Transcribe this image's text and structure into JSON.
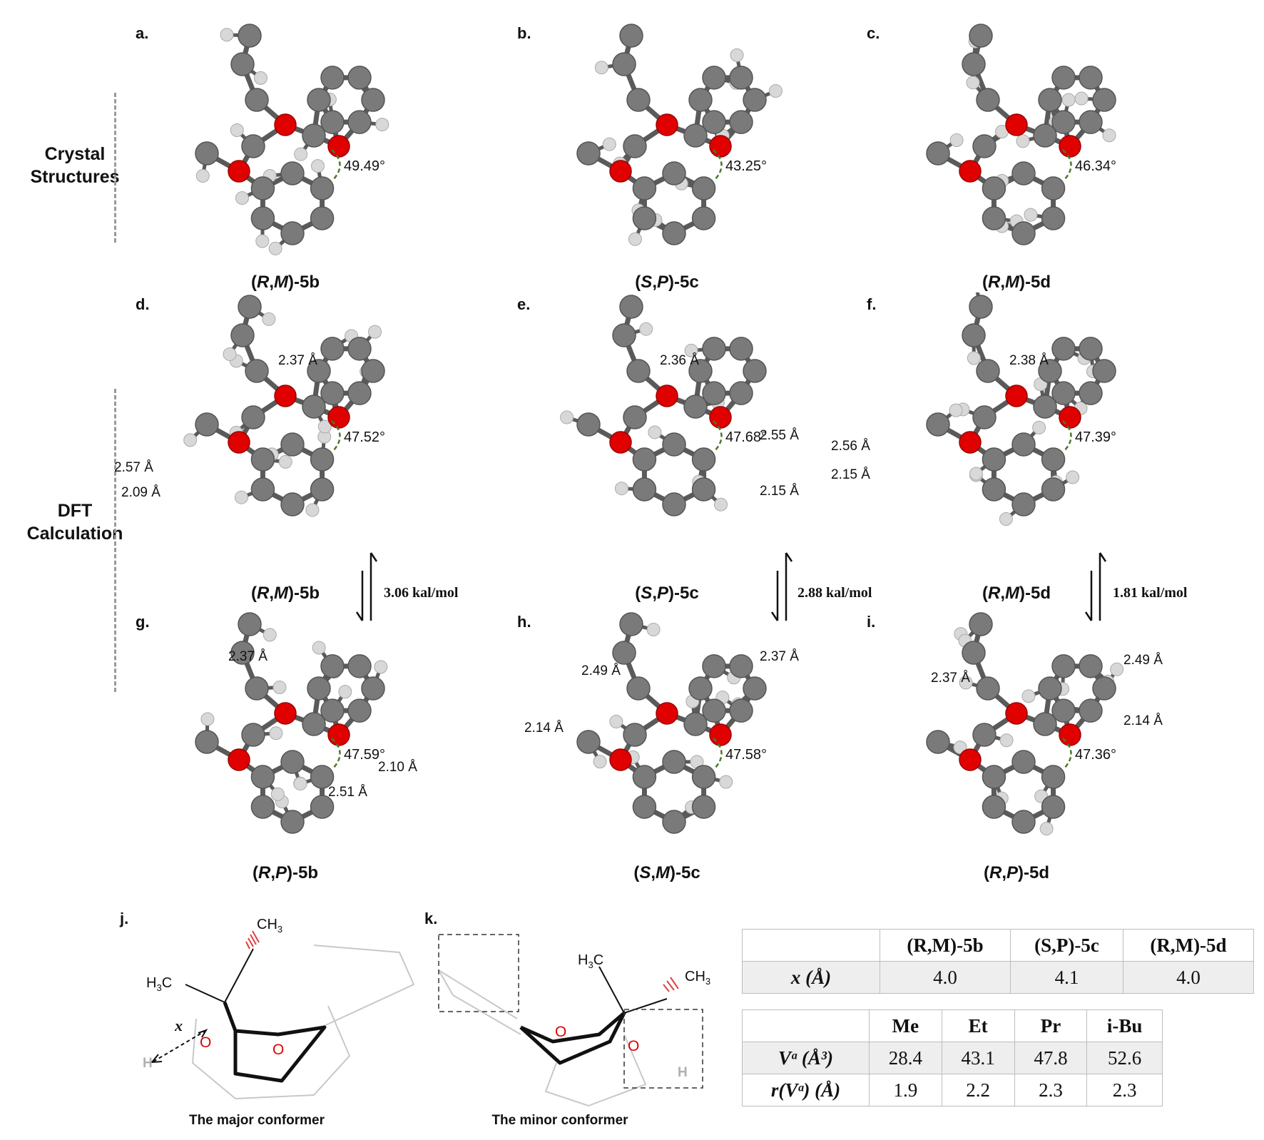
{
  "row_labels": {
    "crystal": "Crystal Structures",
    "dft": "DFT Calculation"
  },
  "panels": [
    {
      "letter": "a.",
      "caption_pre": "(",
      "caption_s1": "R",
      "caption_mid": ",",
      "caption_s2": "M",
      "caption_post": ")-5b",
      "angle": "49.49°"
    },
    {
      "letter": "b.",
      "caption_pre": "(",
      "caption_s1": "S",
      "caption_mid": ",",
      "caption_s2": "P",
      "caption_post": ")-5c",
      "angle": "43.25°"
    },
    {
      "letter": "c.",
      "caption_pre": "(",
      "caption_s1": "R",
      "caption_mid": ",",
      "caption_s2": "M",
      "caption_post": ")-5d",
      "angle": "46.34°"
    },
    {
      "letter": "d.",
      "caption_pre": "(",
      "caption_s1": "R",
      "caption_mid": ",",
      "caption_s2": "M",
      "caption_post": ")-5b",
      "angle": "47.52°",
      "d1": "2.37 Å",
      "d2": "2.57 Å",
      "d3": "2.09 Å"
    },
    {
      "letter": "e.",
      "caption_pre": "(",
      "caption_s1": "S",
      "caption_mid": ",",
      "caption_s2": "P",
      "caption_post": ")-5c",
      "angle": "47.68°",
      "d1": "2.36 Å",
      "d2": "2.55 Å",
      "d3": "2.15 Å"
    },
    {
      "letter": "f.",
      "caption_pre": "(",
      "caption_s1": "R",
      "caption_mid": ",",
      "caption_s2": "M",
      "caption_post": ")-5d",
      "angle": "47.39°",
      "d1": "2.38 Å",
      "d2": "2.56 Å",
      "d3": "2.15 Å"
    },
    {
      "letter": "g.",
      "caption_pre": "(",
      "caption_s1": "R",
      "caption_mid": ",",
      "caption_s2": "P",
      "caption_post": ")-5b",
      "angle": "47.59°",
      "d1": "2.37 Å",
      "d2": "2.10 Å",
      "d3": "2.51 Å"
    },
    {
      "letter": "h.",
      "caption_pre": "(",
      "caption_s1": "S",
      "caption_mid": ",",
      "caption_s2": "M",
      "caption_post": ")-5c",
      "angle": "47.58°",
      "d1": "2.37 Å",
      "d2": "2.49 Å",
      "d3": "2.14 Å"
    },
    {
      "letter": "i.",
      "caption_pre": "(",
      "caption_s1": "R",
      "caption_mid": ",",
      "caption_s2": "P",
      "caption_post": ")-5d",
      "angle": "47.36°",
      "d1": "2.37 Å",
      "d2": "2.49 Å",
      "d3": "2.14 Å"
    }
  ],
  "energies": [
    "3.06 kal/mol",
    "2.88 kal/mol",
    "1.81 kal/mol"
  ],
  "conformers": {
    "j": {
      "letter": "j.",
      "caption": "The major conformer",
      "ch3_top": "CH",
      "ch3_left": "H",
      "x_label": "x",
      "o1": "O",
      "o2": "O",
      "h": "H"
    },
    "k": {
      "letter": "k.",
      "caption": "The minor conformer",
      "ch3_top": "CH",
      "ch3_left": "H",
      "o1": "O",
      "o2": "O",
      "h": "H"
    }
  },
  "table1": {
    "headers": [
      "(R,M)-5b",
      "(S,P)-5c",
      "(R,M)-5d"
    ],
    "row_label": "x (Å)",
    "values": [
      "4.0",
      "4.1",
      "4.0"
    ]
  },
  "table2": {
    "headers": [
      "Me",
      "Et",
      "Pr",
      "i-Bu"
    ],
    "rows": [
      {
        "label": "Vᵃ (Å³)",
        "values": [
          "28.4",
          "43.1",
          "47.8",
          "52.6"
        ]
      },
      {
        "label": "r(Vᵃ) (Å)",
        "values": [
          "1.9",
          "2.2",
          "2.3",
          "2.3"
        ]
      }
    ]
  },
  "colors": {
    "carbon": "#7a7a7a",
    "hydrogen": "#d8d8d8",
    "oxygen": "#e00000",
    "bond": "#5a5a5a",
    "hbond": "#1e6b3a",
    "angle": "#4a7a2a"
  }
}
